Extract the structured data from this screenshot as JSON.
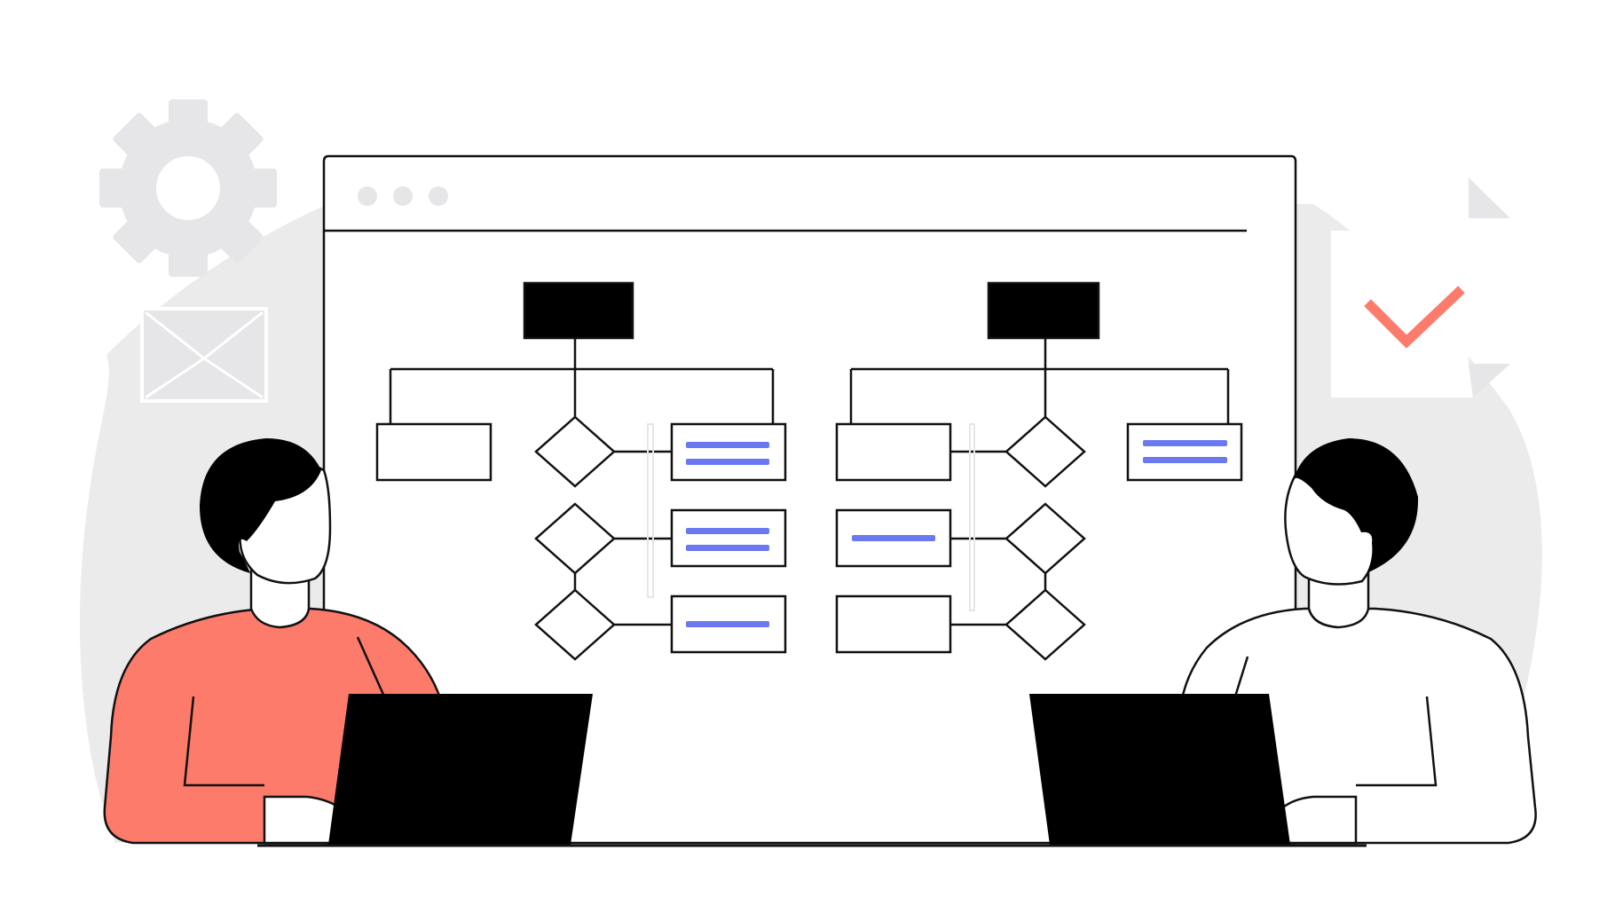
{
  "scene": {
    "kind": "flat-illustration",
    "window_dots": 3
  },
  "colors": {
    "background": "#ffffff",
    "blob": "#ebebeb",
    "stroke": "#111111",
    "fill_black": "#000000",
    "accent_blue": "#6b79f0",
    "accent_coral": "#fd7b6a",
    "light_gray": "#e6e6e8"
  },
  "icons": {
    "gear": "gear-icon",
    "envelope": "envelope-icon",
    "document": "document-icon",
    "checkmark": "checkmark-icon",
    "window_dot": "window-dot-icon"
  },
  "flowcharts": [
    {
      "name": "left-flowchart",
      "rows": [
        {
          "left_box_lines": 0,
          "right_box_lines": 2
        },
        {
          "right_box_lines": 2
        },
        {
          "right_box_lines": 1
        }
      ]
    },
    {
      "name": "right-flowchart",
      "rows": [
        {
          "left_box_lines": 0,
          "right_box_lines": 2
        },
        {
          "left_box_lines": 1
        },
        {
          "left_box_lines": 0
        }
      ]
    }
  ],
  "people": [
    {
      "name": "person-left",
      "shirt": "#fd7b6a"
    },
    {
      "name": "person-right",
      "shirt": "#ffffff"
    }
  ]
}
